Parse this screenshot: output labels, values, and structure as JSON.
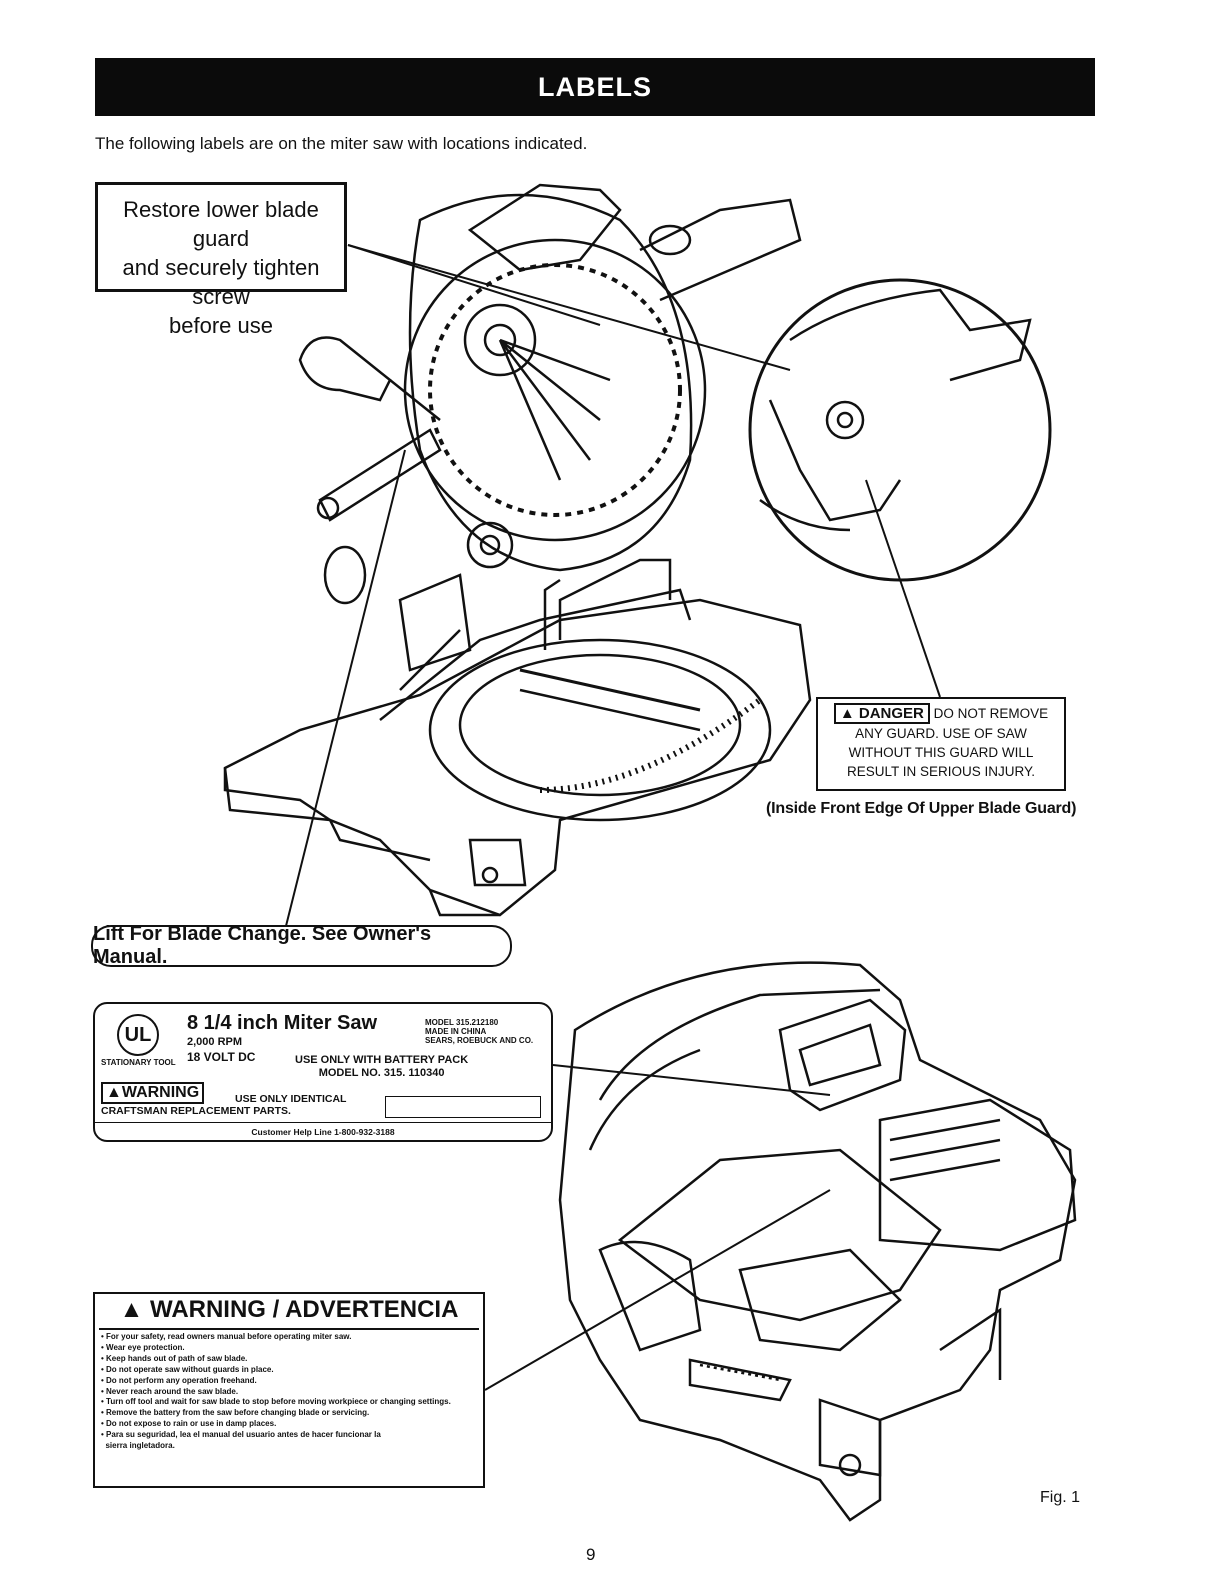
{
  "header": {
    "title": "LABELS"
  },
  "intro": "The following labels are on the miter saw with locations indicated.",
  "guard_label": {
    "lines": [
      "Restore lower blade guard",
      "and securely tighten screw",
      "before use"
    ]
  },
  "danger_label": {
    "badge": "DANGER",
    "lines": [
      "DO NOT REMOVE",
      "ANY GUARD. USE OF SAW",
      "WITHOUT THIS GUARD WILL",
      "RESULT IN SERIOUS INJURY."
    ],
    "caption": "(Inside Front Edge Of Upper Blade Guard)"
  },
  "lift_label": "Lift For Blade Change. See Owner's Manual.",
  "rating_label": {
    "ul_mark": "UL",
    "ul_tool": "STATIONARY TOOL",
    "title": "8 1/4 inch Miter Saw",
    "rpm": "2,000 RPM",
    "voltage": "18 VOLT DC",
    "model_lines": [
      "MODEL 315.212180",
      "MADE IN CHINA",
      "SEARS, ROEBUCK AND CO."
    ],
    "battery_lines": [
      "USE ONLY WITH BATTERY PACK",
      "MODEL NO. 315. 110340"
    ],
    "warning_badge": "WARNING",
    "warning_text_1": "USE ONLY  IDENTICAL",
    "warning_text_2": "CRAFTSMAN REPLACEMENT PARTS.",
    "help_line": "Customer Help Line 1-800-932-3188"
  },
  "warning_panel": {
    "title": "WARNING / ADVERTENCIA",
    "items": [
      "For your safety, read owners manual before operating miter saw.",
      "Wear eye protection.",
      "Keep hands out of path of saw blade.",
      "Do not operate saw without guards in place.",
      "Do not perform any operation freehand.",
      "Never reach around the saw blade.",
      "Turn off tool and wait for saw blade to stop before moving workpiece or changing settings.",
      "Remove the battery from the saw before changing blade or servicing.",
      "Do not expose to rain or use in damp places.",
      "Para su seguridad, lea el manual del usuario antes de hacer funcionar la",
      "sierra ingletadora."
    ]
  },
  "figure_label": "Fig. 1",
  "page_number": "9"
}
